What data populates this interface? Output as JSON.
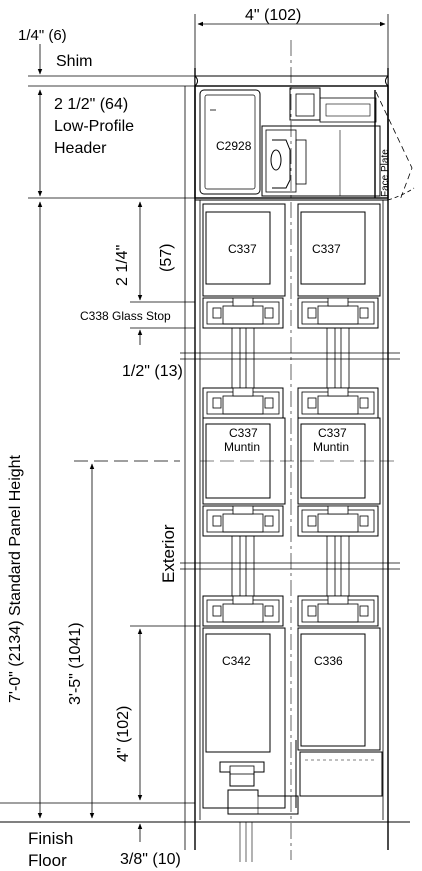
{
  "dimensions": {
    "overall_width": "4\" (102)",
    "shim_height": "1/4\" (6)",
    "shim_label": "Shim",
    "header_height": "2 1/2\" (64)",
    "header_line1": "Low-Profile",
    "header_line2": "Header",
    "glass_stop_height": "2 1/4\"",
    "glass_stop_metric": "(57)",
    "glass_stop_gap": "1/2\" (13)",
    "panel_height": "7'-0\" (2134) Standard Panel Height",
    "muntin_height": "3'-5\" (1041)",
    "bottom_rail_height": "4\" (102)",
    "floor_offset": "3/8\" (10)",
    "finish_line1": "Finish",
    "finish_line2": "Floor"
  },
  "parts": {
    "header": "C2928",
    "face_plate": "Face Plate",
    "rail_left_top": "C337",
    "rail_right_top": "C337",
    "glass_stop": "C338 Glass Stop",
    "muntin_left_code": "C337",
    "muntin_left_label": "Muntin",
    "muntin_right_code": "C337",
    "muntin_right_label": "Muntin",
    "exterior": "Exterior",
    "bottom_left": "C342",
    "bottom_right": "C336"
  }
}
